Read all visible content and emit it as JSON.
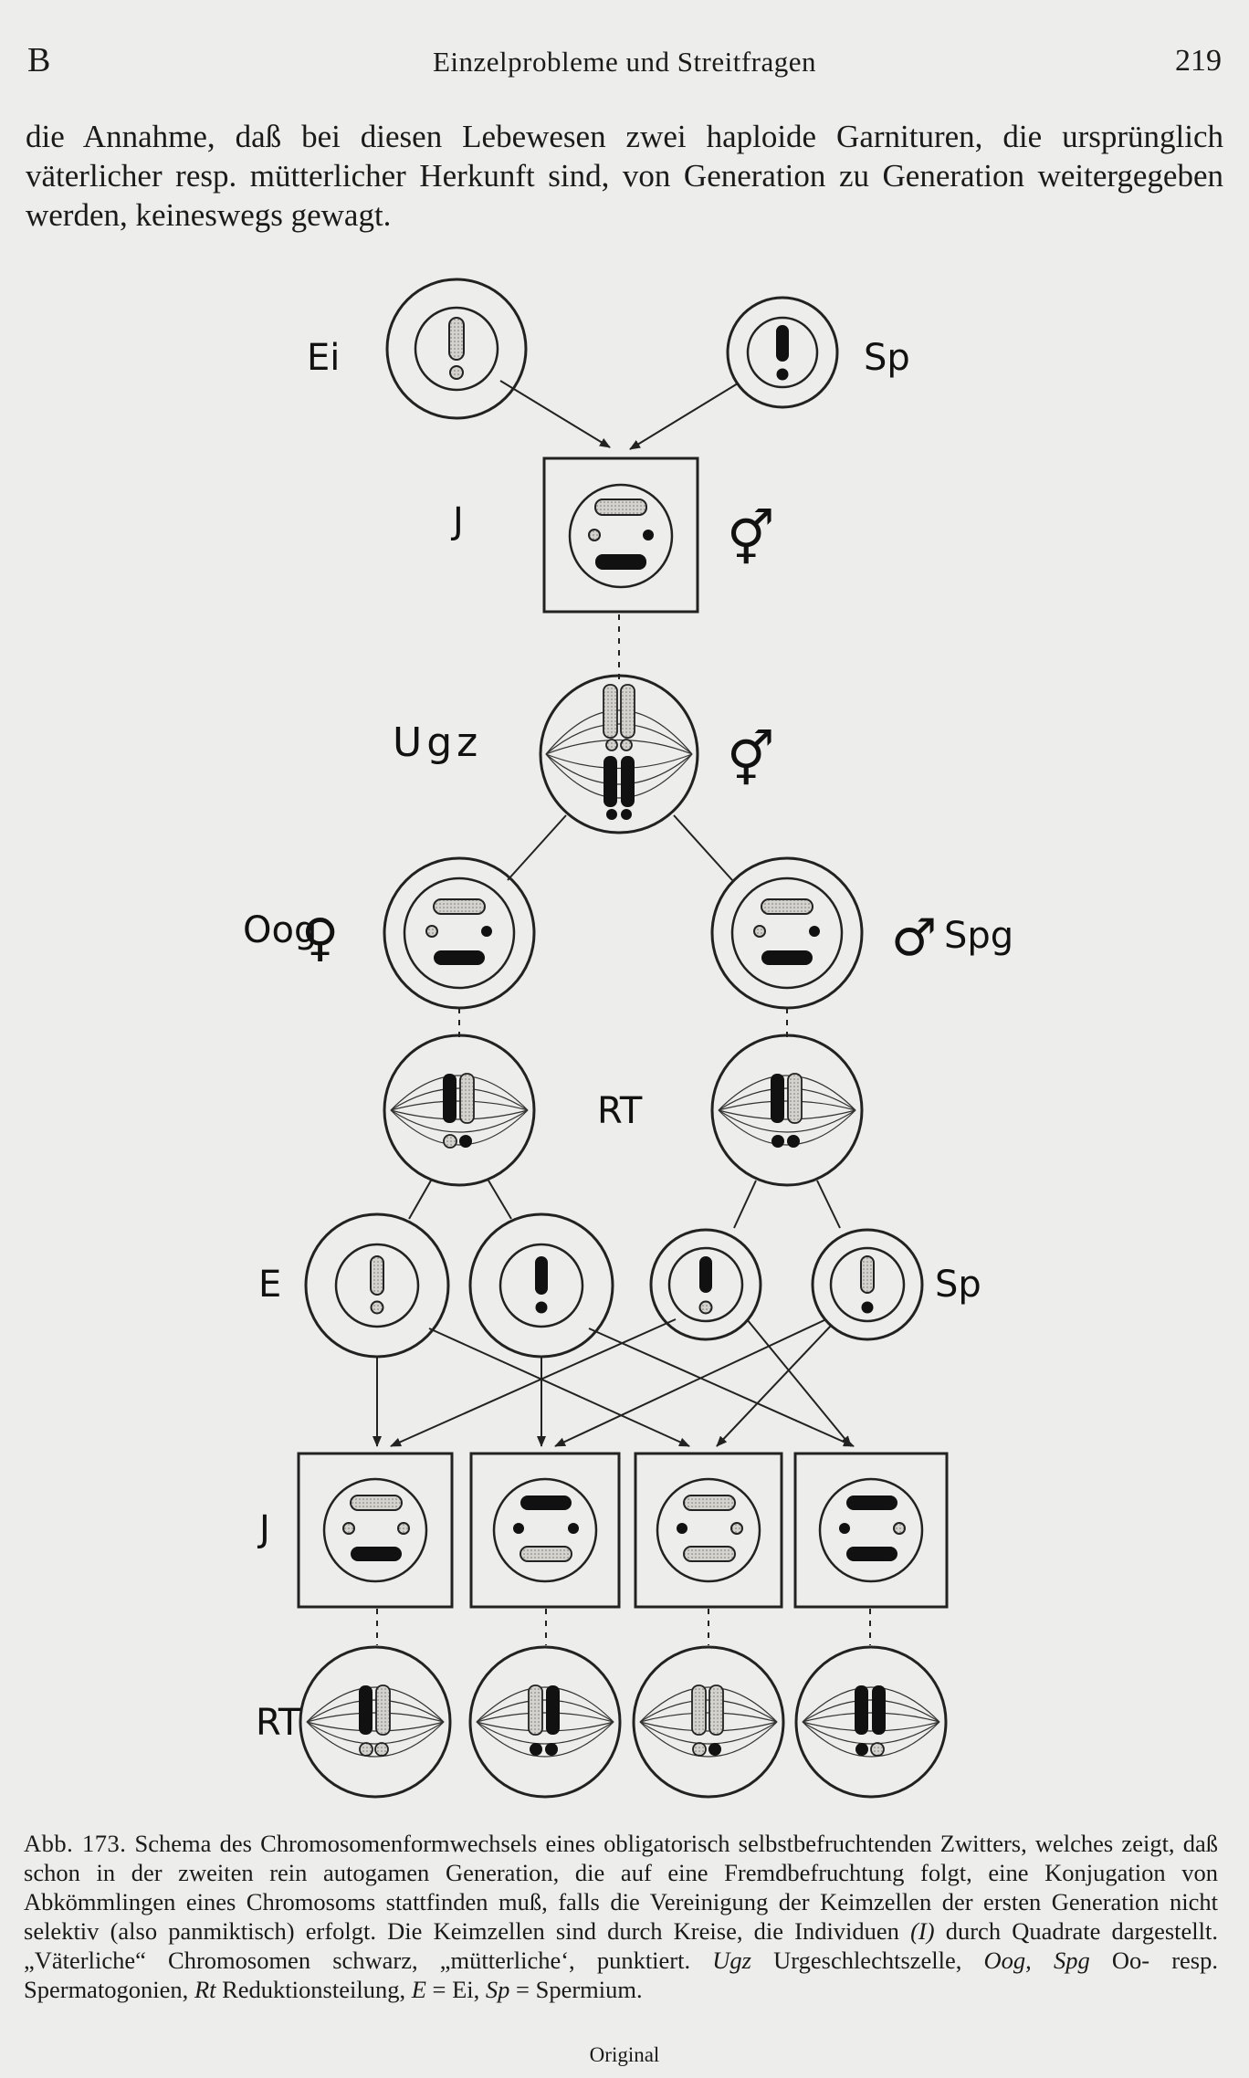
{
  "header": {
    "section_letter": "B",
    "running_title": "Einzelprobleme und Streitfragen",
    "page_number": "219"
  },
  "body_text": "die Annahme, daß bei diesen Lebewesen zwei haploide Garnituren, die ursprünglich väterlicher resp. mütterlicher Herkunft sind, von Generation zu Generation weitergegeben werden, keineswegs gewagt.",
  "figure": {
    "labels": {
      "ei": "Ei",
      "sp_top": "Sp",
      "j_top": "J",
      "hermaphrodite_symbol": "⚥",
      "ugz": "Ugz",
      "oog": "Oog",
      "female_symbol": "♀",
      "male_symbol": "♂",
      "spg": "Spg",
      "rt_mid": "RT",
      "e": "E",
      "sp_mid": "Sp",
      "j_bottom": "J",
      "rt_bottom": "RT"
    },
    "colors": {
      "paternal_chromosome": "#111111",
      "maternal_chromosome": "#d4d2cc"
    }
  },
  "caption": {
    "label": "Abb. 173.",
    "seg1": " Schema des Chromosomenformwechsels eines obligatorisch selbstbefruchtenden Zwitters, welches zeigt, daß schon in der zweiten rein autogamen Generation, die auf eine Fremdbefruchtung folgt, eine Konjugation von Abkömmlingen eines Chromosoms stattfinden muß, falls die Vereinigung der Keimzellen der ersten Generation nicht selektiv (also panmiktisch) erfolgt. Die Keimzellen sind durch Kreise, die Individuen ",
    "abbr_i": "(I)",
    "seg2": " durch Quadrate dargestellt. „Väterliche“ Chromosomen schwarz, „mütterliche‘, punktiert. ",
    "abbr_ugz": "Ugz",
    "seg3": " Urgeschlechtszelle, ",
    "abbr_oog": "Oog,",
    "seg4": " ",
    "abbr_spg": "Spg",
    "seg5": " Oo- resp. Spermatogonien, ",
    "abbr_rt": "Rt",
    "seg6": " Reduktionsteilung, ",
    "abbr_e": "E",
    "seg7": " = Ei, ",
    "abbr_sp": "Sp",
    "seg8": " = Spermium."
  },
  "credit": "Original"
}
